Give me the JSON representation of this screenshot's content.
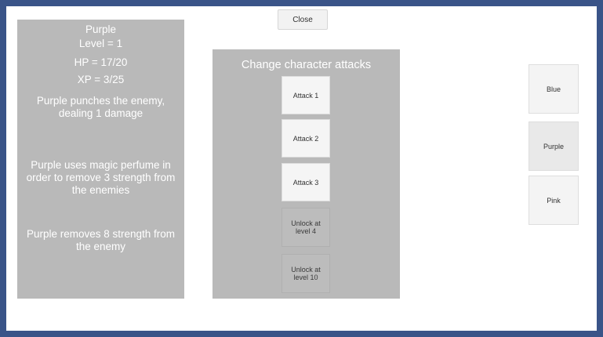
{
  "close_button": {
    "label": "Close"
  },
  "character": {
    "name": "Purple",
    "level": "Level = 1",
    "hp": "HP = 17/20",
    "xp": "XP = 3/25",
    "abilities": [
      "Purple punches the enemy, dealing 1 damage",
      "Purple uses magic perfume in order to remove 3 strength from the enemies",
      "Purple removes 8 strength from the enemy"
    ]
  },
  "attacks_panel": {
    "title": "Change character attacks",
    "slots": [
      {
        "label": "Attack 1",
        "state": "enabled"
      },
      {
        "label": "Attack 2",
        "state": "enabled"
      },
      {
        "label": "Attack 3",
        "state": "enabled"
      },
      {
        "label": "Unlock at level 4",
        "state": "locked"
      },
      {
        "label": "Unlock at level 10",
        "state": "locked"
      }
    ]
  },
  "character_selector": [
    {
      "label": "Blue"
    },
    {
      "label": "Purple",
      "selected": true
    },
    {
      "label": "Pink"
    }
  ]
}
